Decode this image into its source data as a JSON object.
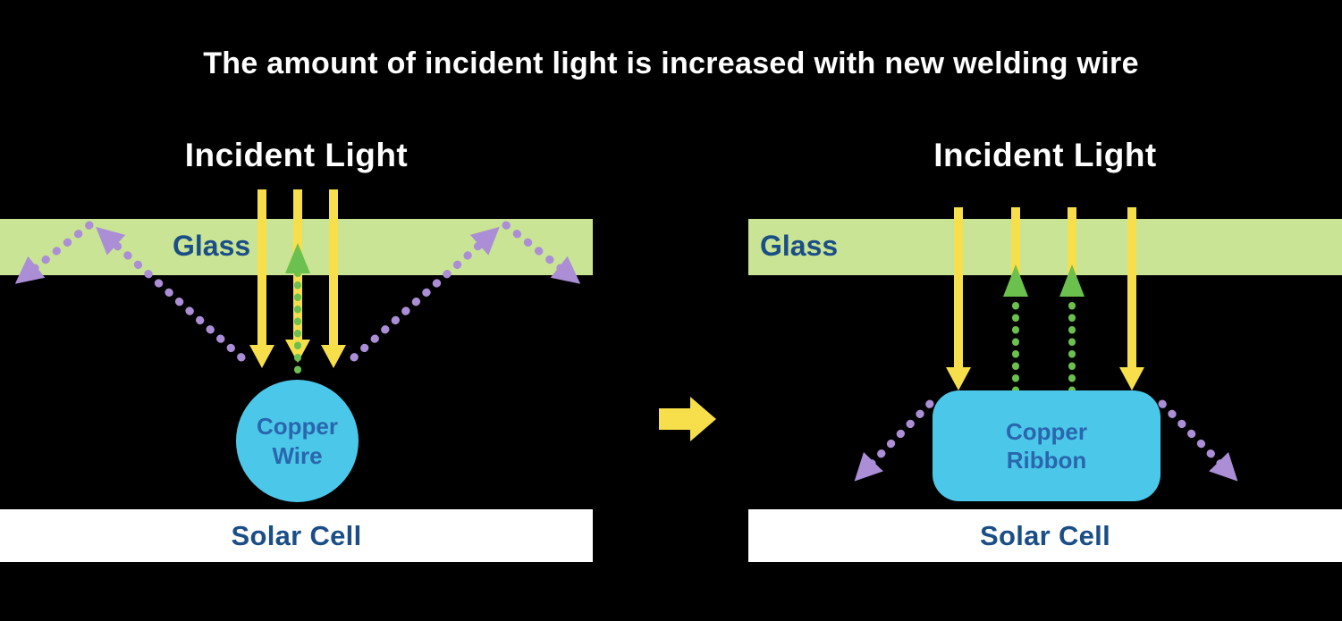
{
  "title": "The amount of incident light is increased with new welding wire",
  "colors": {
    "background": "#000000",
    "glass_green": "#c9e494",
    "incident_yellow": "#f7df4b",
    "reflected_green": "#6cc04e",
    "scattered_purple": "#ab8ed6",
    "copper_cyan": "#4bc8e9",
    "solar_white": "#ffffff",
    "label_navy": "#1b4e87",
    "copper_text_blue": "#2a66ad",
    "title_white": "#ffffff"
  },
  "left_panel": {
    "heading": "Incident Light",
    "glass_label": "Glass",
    "copper_label": {
      "line1": "Copper",
      "line2": "Wire"
    },
    "solar_label": "Solar Cell"
  },
  "right_panel": {
    "heading": "Incident Light",
    "glass_label": "Glass",
    "copper_label": {
      "line1": "Copper",
      "line2": "Ribbon"
    },
    "solar_label": "Solar Cell"
  }
}
